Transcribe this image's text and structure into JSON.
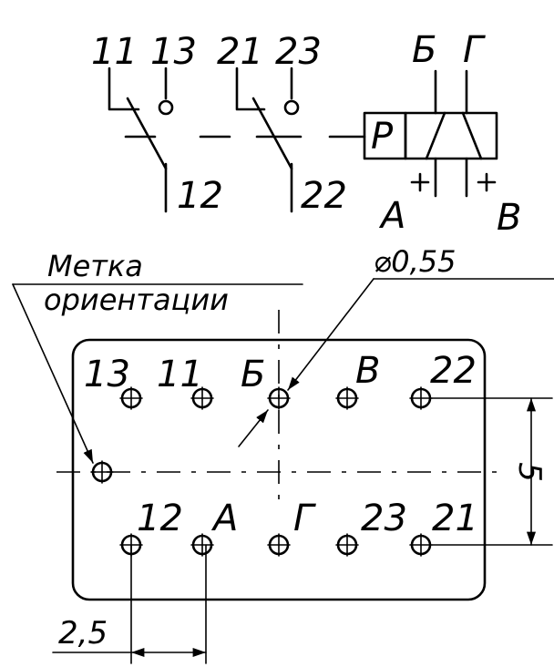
{
  "schematic": {
    "contact_group_1": {
      "common": "11",
      "no": "13",
      "nc": "12"
    },
    "contact_group_2": {
      "common": "21",
      "no": "23",
      "nc": "22"
    },
    "coil": {
      "label": "Р",
      "terminal_left_top": "Б",
      "terminal_right_top": "Г",
      "terminal_left_bottom": "А",
      "terminal_right_bottom": "В"
    }
  },
  "footprint": {
    "orientation_mark_line1": "Метка",
    "orientation_mark_line2": "ориентации",
    "hole_diameter": "⌀0,55",
    "top_row": [
      "13",
      "11",
      "Б",
      "В",
      "22"
    ],
    "bottom_row": [
      "12",
      "А",
      "Г",
      "23",
      "21"
    ],
    "pitch": "2,5",
    "row_spacing": "5"
  }
}
